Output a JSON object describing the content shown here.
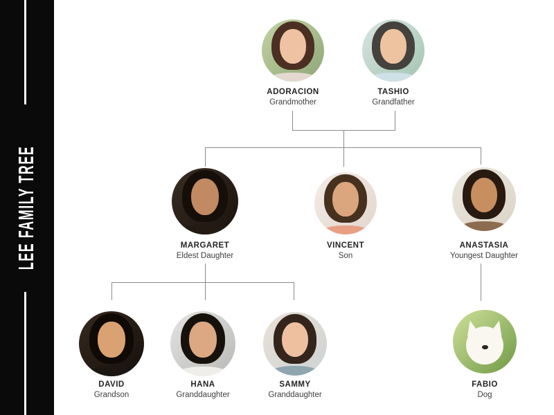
{
  "page": {
    "bg_color": "#ffffff"
  },
  "sidebar": {
    "title": "LEE FAMILY TREE",
    "bg_color": "#0a0a0a",
    "line_color": "#ffffff",
    "text_color": "#ffffff"
  },
  "tree": {
    "connector_color": "#8a8a8a",
    "name_color": "#242424",
    "role_color": "#3e3e3e",
    "members": [
      {
        "id": "adoracion",
        "name": "ADORACION",
        "role": "Grandmother",
        "type": "person",
        "photo": {
          "bg": "#c3d3a4",
          "bg2": "#8fa678",
          "hair": "#4a2f22",
          "skin": "#efc2a4",
          "shirt": "#e3d9cf"
        }
      },
      {
        "id": "tashio",
        "name": "TASHIO",
        "role": "Grandfather",
        "type": "person",
        "photo": {
          "bg": "#d9e6e3",
          "bg2": "#a3c4b0",
          "hair": "#45423e",
          "skin": "#edc49f",
          "shirt": "#cfe0e6"
        }
      },
      {
        "id": "margaret",
        "name": "MARGARET",
        "role": "Eldest Daughter",
        "type": "person",
        "photo": {
          "bg": "#3a2d24",
          "bg2": "#1a120d",
          "hair": "#150e09",
          "skin": "#c28a62",
          "shirt": "#241a14"
        }
      },
      {
        "id": "vincent",
        "name": "VINCENT",
        "role": "Son",
        "type": "person",
        "photo": {
          "bg": "#f3ece6",
          "bg2": "#e3d6ce",
          "hair": "#46311f",
          "skin": "#dba57e",
          "shirt": "#e89f84"
        }
      },
      {
        "id": "anastasia",
        "name": "ANASTASIA",
        "role": "Youngest Daughter",
        "type": "person",
        "photo": {
          "bg": "#eae5dc",
          "bg2": "#dcd5c8",
          "hair": "#281a10",
          "skin": "#c78f60",
          "shirt": "#8c6b4e"
        }
      },
      {
        "id": "david",
        "name": "DAVID",
        "role": "Grandson",
        "type": "person",
        "photo": {
          "bg": "#36291f",
          "bg2": "#16100b",
          "hair": "#100a06",
          "skin": "#daa272",
          "shirt": "#1c1713"
        }
      },
      {
        "id": "hana",
        "name": "HANA",
        "role": "Granddaughter",
        "type": "person",
        "photo": {
          "bg": "#e3e3e1",
          "bg2": "#b9b9b7",
          "hair": "#17110c",
          "skin": "#dba883",
          "shirt": "#efeeea"
        }
      },
      {
        "id": "sammy",
        "name": "SAMMY",
        "role": "Granddaughter",
        "type": "person",
        "photo": {
          "bg": "#e9e1d6",
          "bg2": "#cdd3d4",
          "hair": "#33251c",
          "skin": "#efc0a0",
          "shirt": "#8fa6b0"
        }
      },
      {
        "id": "fabio",
        "name": "FABIO",
        "role": "Dog",
        "type": "dog",
        "photo": {
          "bg": "#cfe09b",
          "bg2": "#6f9a44",
          "fur": "#faf7f0",
          "nose": "#2e241c"
        }
      }
    ],
    "relationships": {
      "couple": [
        "ADORACION",
        "TASHIO"
      ],
      "children_of_couple": [
        "MARGARET",
        "VINCENT",
        "ANASTASIA"
      ],
      "children_of_margaret": [
        "DAVID",
        "HANA",
        "SAMMY"
      ],
      "connected_to_anastasia": [
        "FABIO"
      ]
    }
  }
}
